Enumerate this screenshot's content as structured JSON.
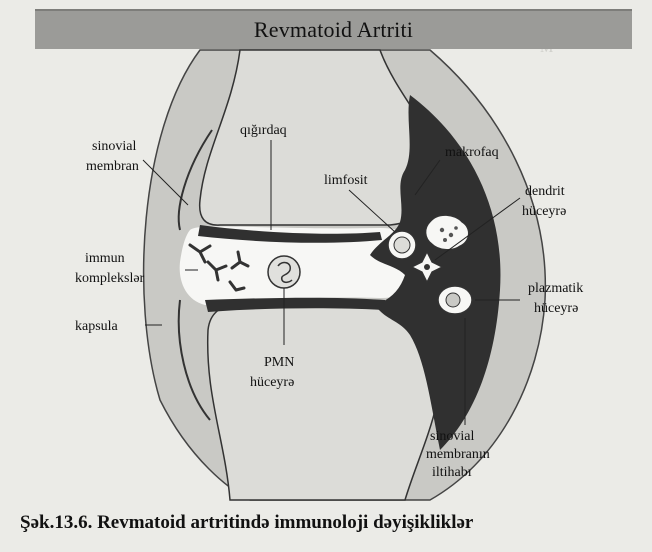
{
  "title": "Revmatoid Artriti",
  "labels": {
    "sinovial_membran": [
      "sinovial",
      "membran"
    ],
    "qigirdaq": "qığırdaq",
    "makrofaq": "makrofaq",
    "limfosit": "limfosit",
    "dendrit": [
      "dendrit",
      "hüceyrə"
    ],
    "immun": [
      "immun",
      "komplekslər"
    ],
    "plazmatik": [
      "plazmatik",
      "hüceyrə"
    ],
    "kapsula": "kapsula",
    "pmn": [
      "PMN",
      "hüceyrə"
    ],
    "inflammation": [
      "sinovial",
      "membranın",
      "iltihabı"
    ]
  },
  "caption": "Şək.13.6. Revmatoid artritində immunoloji dəyişikliklər",
  "colors": {
    "title_bar": "#9b9b98",
    "capsule": "#c9c9c5",
    "cavity": "#f7f7f5",
    "dark_synovium": "#303030",
    "bone": "#dcdcd8"
  }
}
